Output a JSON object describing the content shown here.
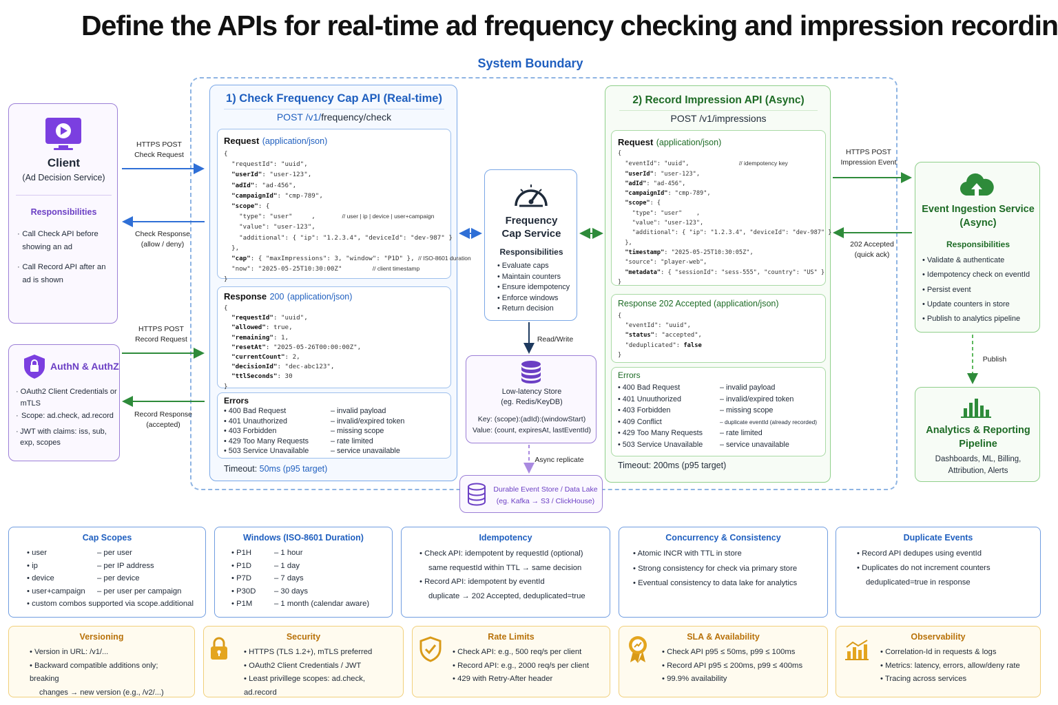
{
  "title": "Define the APIs for real-time ad frequency checking and impression recording.",
  "system_boundary": "System Boundary",
  "client": {
    "name": "Client",
    "sub": "(Ad Decision Service)",
    "resp_title": "Responsibilities",
    "items": [
      "Call Check API before showing an ad",
      "Call Record API after an ad is shown"
    ]
  },
  "auth": {
    "title": "AuthN & AuthZ",
    "items": [
      "OAuth2 Client Credentials or mTLS",
      "Scope: ad.check, ad.record",
      "JWT with claims: iss, sub, exp, scopes"
    ]
  },
  "arrows": {
    "https_post_check_1": "HTTPS POST",
    "https_post_check_2": "Check Request",
    "check_resp_1": "Check Response",
    "check_resp_2": "(allow / deny)",
    "https_post_record_1": "HTTPS POST",
    "https_post_record_2": "Record Request",
    "record_resp_1": "Record Response",
    "record_resp_2": "(accepted)",
    "impression_1": "HTTPS POST",
    "impression_2": "Impression Event",
    "accepted_1": "202 Accepted",
    "accepted_2": "(quick ack)",
    "read_write": "Read/Write",
    "async_replicate": "Async replicate",
    "publish": "Publish"
  },
  "check_api": {
    "title": "1) Check Frequency Cap API (Real-time)",
    "method": "POST",
    "path_prefix": "/v1/",
    "path_rest": "frequency/check",
    "request_title": "Request",
    "request_ct": "(application/json)",
    "response_title": "Response",
    "response_code": "200",
    "response_ct": "(application/json)",
    "errors_title": "Errors",
    "errors": [
      [
        "400 Bad Request",
        "– invalid payload"
      ],
      [
        "401 Unauthorized",
        "– invalid/expired token"
      ],
      [
        "403 Forbidden",
        "– missing scope"
      ],
      [
        "429 Too Many Requests",
        "– rate limited"
      ],
      [
        "503 Service Unavailable",
        "– service unavailable"
      ]
    ],
    "timeout_label": "Timeout:",
    "timeout_value": "50ms (p95 target)"
  },
  "record_api": {
    "title": "2) Record Impression API (Async)",
    "endpoint": "POST /v1/impressions",
    "request_title": "Request",
    "request_ct": "(application/json)",
    "response_title": "Response 202 Accepted",
    "response_ct": "(application/json)",
    "errors_title": "Errors",
    "errors": [
      [
        "400 Bad Request",
        "– invalid payload"
      ],
      [
        "401 Unuuthorized",
        "– invalid/expired token"
      ],
      [
        "403 Forbidden",
        "– missing scope"
      ],
      [
        "409 Conflict",
        "– duplicate eventId (already recorded)"
      ],
      [
        "429 Too Many Requests",
        "– rate limited"
      ],
      [
        "503 Service Unavailable",
        "– service unavailable"
      ]
    ],
    "timeout": "Timeout: 200ms (p95 target)"
  },
  "freq_service": {
    "title_1": "Frequency",
    "title_2": "Cap Service",
    "resp_title": "Responsibilities",
    "items": [
      "Evaluate caps",
      "Maintain counters",
      "Ensure idempotency",
      "Enforce windows",
      "Return decision"
    ]
  },
  "store": {
    "title_1": "Low-latency Store",
    "title_2": "(eg. Redis/KeyDB)",
    "key": "Key: (scope):(adId):(windowStart)",
    "value": "Value: (count, expiresAt, lastEventId)"
  },
  "durable": {
    "title_1": "Durable Event Store / Data Lake",
    "title_2": "(eg. Kafka → S3 / ClickHouse)"
  },
  "ingest": {
    "title_1": "Event Ingestion Service",
    "title_2": "(Async)",
    "resp_title": "Responsibilities",
    "items": [
      "Validate & authenticate",
      "Idempotency check on eventId",
      "Persist event",
      "Update counters in store",
      "Publish to analytics pipeline"
    ]
  },
  "analytics": {
    "title_1": "Analytics & Reporting",
    "title_2": "Pipeline",
    "sub_1": "Dashboards, ML, Billing,",
    "sub_2": "Attribution, Alerts"
  },
  "cards_blue": {
    "cap_scopes": {
      "title": "Cap Scopes",
      "rows": [
        [
          "user",
          "– per user"
        ],
        [
          "ip",
          "– per IP address"
        ],
        [
          "device",
          "– per device"
        ],
        [
          "user+campaign",
          "– per user per campaign"
        ]
      ],
      "extra": "custom combos supported via scope.additional"
    },
    "windows": {
      "title": "Windows (ISO-8601 Duration)",
      "rows": [
        [
          "P1H",
          "– 1 hour"
        ],
        [
          "P1D",
          "– 1 day"
        ],
        [
          "P7D",
          "– 7 days"
        ],
        [
          "P30D",
          "– 30 days"
        ],
        [
          "P1M",
          "– 1 month (calendar aware)"
        ]
      ]
    },
    "idempotency": {
      "title": "Idempotency",
      "items": [
        "Check API: idempotent by requestId (optional)",
        "same requestId within TTL → same decision",
        "Record API: idempotent by eventId",
        "duplicate → 202 Accepted, deduplicated=true"
      ]
    },
    "concurrency": {
      "title": "Concurrency & Consistency",
      "items": [
        "Atomic INCR with TTL in store",
        "Strong consistency for check via primary store",
        "Eventual consistency to data lake for analytics"
      ]
    },
    "duplicates": {
      "title": "Duplicate Events",
      "items": [
        "Record API dedupes using eventId",
        "Duplicates do not increment counters",
        "deduplicated=true in response"
      ]
    }
  },
  "cards_yellow": {
    "versioning": {
      "title": "Versioning",
      "items": [
        "Version in URL: /v1/...",
        "Backward compatible additions only; breaking",
        "changes → new version (e.g., /v2/...)"
      ]
    },
    "security": {
      "title": "Security",
      "items": [
        "HTTPS (TLS 1.2+), mTLS preferred",
        "OAuth2 Client Credentials / JWT",
        "Least privillege scopes: ad.check, ad.record"
      ]
    },
    "rate_limits": {
      "title": "Rate Limits",
      "items": [
        "Check API: e.g., 500 req/s per client",
        "Record API: e.g., 2000 req/s per client",
        "429 with Retry-After header"
      ]
    },
    "sla": {
      "title": "SLA & Availability",
      "items": [
        "Check API p95 ≤ 50ms, p99 ≤ 100ms",
        "Record API p95 ≤ 200ms, p99 ≤ 400ms",
        "99.9% availability"
      ]
    },
    "observability": {
      "title": "Observability",
      "items": [
        "Correlation-Id in requests & logs",
        "Metrics: latency, errors, allow/deny rate",
        "Tracing across services"
      ]
    }
  },
  "colors": {
    "blue": "#1f5fbf",
    "green": "#1d6b25",
    "purple": "#6b3fc4",
    "amber": "#b8720a"
  }
}
